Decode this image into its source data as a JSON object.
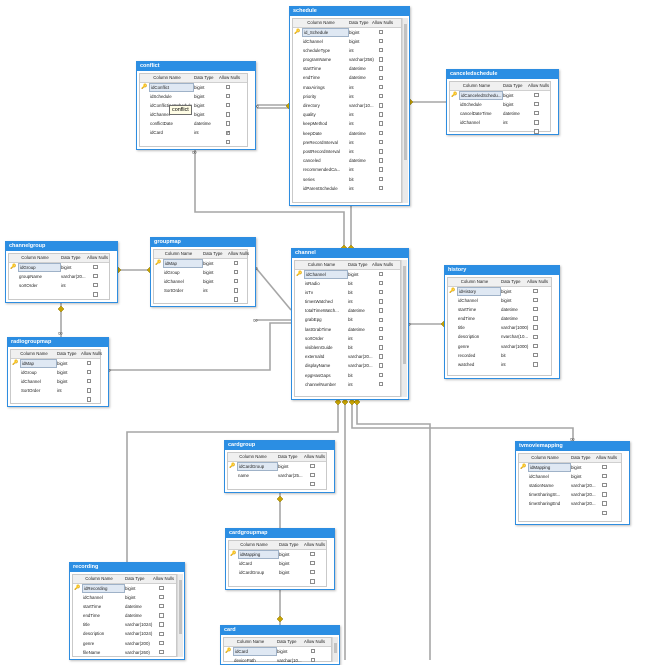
{
  "header": {
    "col_name": "Column Name",
    "col_type": "Data Type",
    "col_null": "Allow Nulls"
  },
  "colors": {
    "title_bar": "#2b8ee3",
    "connector": "#a6a6a6",
    "key_icon": "#c8a400"
  },
  "tooltip": "conflict",
  "tables": [
    {
      "id": "schedule",
      "title": "schedule",
      "rows": [
        {
          "name": "id_Schedule",
          "type": "bigint",
          "key": true,
          "sel": true
        },
        {
          "name": "idChannel",
          "type": "bigint"
        },
        {
          "name": "scheduleType",
          "type": "int"
        },
        {
          "name": "programName",
          "type": "varchar(256)"
        },
        {
          "name": "startTime",
          "type": "datetime"
        },
        {
          "name": "endTime",
          "type": "datetime"
        },
        {
          "name": "maxAirings",
          "type": "int"
        },
        {
          "name": "priority",
          "type": "int"
        },
        {
          "name": "directory",
          "type": "varchar(10..."
        },
        {
          "name": "quality",
          "type": "int"
        },
        {
          "name": "keepMethod",
          "type": "int"
        },
        {
          "name": "keepDate",
          "type": "datetime"
        },
        {
          "name": "preRecordInterval",
          "type": "int"
        },
        {
          "name": "postRecordInterval",
          "type": "int"
        },
        {
          "name": "canceled",
          "type": "datetime"
        },
        {
          "name": "recommendedCa...",
          "type": "int"
        },
        {
          "name": "series",
          "type": "bit"
        },
        {
          "name": "idParentSchedule",
          "type": "int"
        }
      ]
    },
    {
      "id": "conflict",
      "title": "conflict",
      "rows": [
        {
          "name": "idConflict",
          "type": "bigint",
          "key": true,
          "sel": true
        },
        {
          "name": "idSchedule",
          "type": "bigint"
        },
        {
          "name": "idConflictingSchedule",
          "type": "bigint"
        },
        {
          "name": "idChannel",
          "type": "bigint"
        },
        {
          "name": "conflictDate",
          "type": "datetime"
        },
        {
          "name": "idCard",
          "type": "int",
          "nullable": true
        },
        {
          "name": "",
          "type": ""
        }
      ]
    },
    {
      "id": "canceledschedule",
      "title": "canceledschedule",
      "rows": [
        {
          "name": "idCanceledSchedu...",
          "type": "bigint",
          "key": true,
          "sel": true
        },
        {
          "name": "idSchedule",
          "type": "bigint"
        },
        {
          "name": "cancelDateTime",
          "type": "datetime"
        },
        {
          "name": "idChannel",
          "type": "int"
        },
        {
          "name": "",
          "type": ""
        }
      ]
    },
    {
      "id": "channelgroup",
      "title": "channelgroup",
      "rows": [
        {
          "name": "idGroup",
          "type": "bigint",
          "key": true,
          "sel": true
        },
        {
          "name": "groupName",
          "type": "varchar(20..."
        },
        {
          "name": "sortOrder",
          "type": "int"
        },
        {
          "name": "",
          "type": ""
        }
      ]
    },
    {
      "id": "groupmap",
      "title": "groupmap",
      "rows": [
        {
          "name": "idMap",
          "type": "bigint",
          "key": true,
          "sel": true
        },
        {
          "name": "idGroup",
          "type": "bigint"
        },
        {
          "name": "idChannel",
          "type": "bigint"
        },
        {
          "name": "SortOrder",
          "type": "int"
        },
        {
          "name": "",
          "type": ""
        }
      ]
    },
    {
      "id": "channel",
      "title": "channel",
      "rows": [
        {
          "name": "idChannel",
          "type": "bigint",
          "key": true,
          "sel": true
        },
        {
          "name": "isRadio",
          "type": "bit"
        },
        {
          "name": "isTv",
          "type": "bit"
        },
        {
          "name": "timesWatched",
          "type": "int"
        },
        {
          "name": "totalTimeWatch...",
          "type": "datetime"
        },
        {
          "name": "grabEpg",
          "type": "bit"
        },
        {
          "name": "lastGrabTime",
          "type": "datetime"
        },
        {
          "name": "sortOrder",
          "type": "int"
        },
        {
          "name": "visibleInGuide",
          "type": "bit"
        },
        {
          "name": "externalId",
          "type": "varchar(20..."
        },
        {
          "name": "displayName",
          "type": "varchar(20..."
        },
        {
          "name": "epgHasGaps",
          "type": "bit"
        },
        {
          "name": "channelNumber",
          "type": "int"
        }
      ]
    },
    {
      "id": "history",
      "title": "history",
      "rows": [
        {
          "name": "idHistory",
          "type": "bigint",
          "key": true,
          "sel": true
        },
        {
          "name": "idChannel",
          "type": "bigint"
        },
        {
          "name": "startTime",
          "type": "datetime"
        },
        {
          "name": "endTime",
          "type": "datetime"
        },
        {
          "name": "title",
          "type": "varchar(1000)"
        },
        {
          "name": "description",
          "type": "nvarchar(10..."
        },
        {
          "name": "genre",
          "type": "varchar(1000)"
        },
        {
          "name": "recorded",
          "type": "bit"
        },
        {
          "name": "watched",
          "type": "int"
        }
      ]
    },
    {
      "id": "radiogroupmap",
      "title": "radiogroupmap",
      "rows": [
        {
          "name": "idMap",
          "type": "bigint",
          "key": true,
          "sel": true
        },
        {
          "name": "idGroup",
          "type": "bigint"
        },
        {
          "name": "idChannel",
          "type": "bigint"
        },
        {
          "name": "SortOrder",
          "type": "int"
        },
        {
          "name": "",
          "type": ""
        }
      ]
    },
    {
      "id": "cardgroup",
      "title": "cardgroup",
      "rows": [
        {
          "name": "idCardGroup",
          "type": "bigint",
          "key": true,
          "sel": true
        },
        {
          "name": "name",
          "type": "varchar(25..."
        },
        {
          "name": "",
          "type": ""
        }
      ]
    },
    {
      "id": "tvmoviemapping",
      "title": "tvmoviemapping",
      "rows": [
        {
          "name": "idMapping",
          "type": "bigint",
          "key": true,
          "sel": true
        },
        {
          "name": "idChannel",
          "type": "bigint"
        },
        {
          "name": "stationName",
          "type": "varchar(20..."
        },
        {
          "name": "timeSharingSt...",
          "type": "varchar(20..."
        },
        {
          "name": "timeSharingEnd",
          "type": "varchar(20..."
        },
        {
          "name": "",
          "type": ""
        }
      ]
    },
    {
      "id": "cardgroupmap",
      "title": "cardgroupmap",
      "rows": [
        {
          "name": "idMapping",
          "type": "bigint",
          "key": true,
          "sel": true
        },
        {
          "name": "idCard",
          "type": "bigint"
        },
        {
          "name": "idCardGroup",
          "type": "bigint"
        },
        {
          "name": "",
          "type": ""
        }
      ]
    },
    {
      "id": "recording",
      "title": "recording",
      "rows": [
        {
          "name": "idRecording",
          "type": "bigint",
          "key": true,
          "sel": true
        },
        {
          "name": "idChannel",
          "type": "bigint"
        },
        {
          "name": "startTime",
          "type": "datetime"
        },
        {
          "name": "endTime",
          "type": "datetime"
        },
        {
          "name": "title",
          "type": "varchar(1024)"
        },
        {
          "name": "description",
          "type": "varchar(1024)"
        },
        {
          "name": "genre",
          "type": "varchar(200)"
        },
        {
          "name": "fileName",
          "type": "varchar(260)"
        }
      ]
    },
    {
      "id": "card",
      "title": "card",
      "rows": [
        {
          "name": "idCard",
          "type": "bigint",
          "key": true,
          "sel": true
        },
        {
          "name": "devicePath",
          "type": "varchar(10..."
        }
      ]
    }
  ]
}
